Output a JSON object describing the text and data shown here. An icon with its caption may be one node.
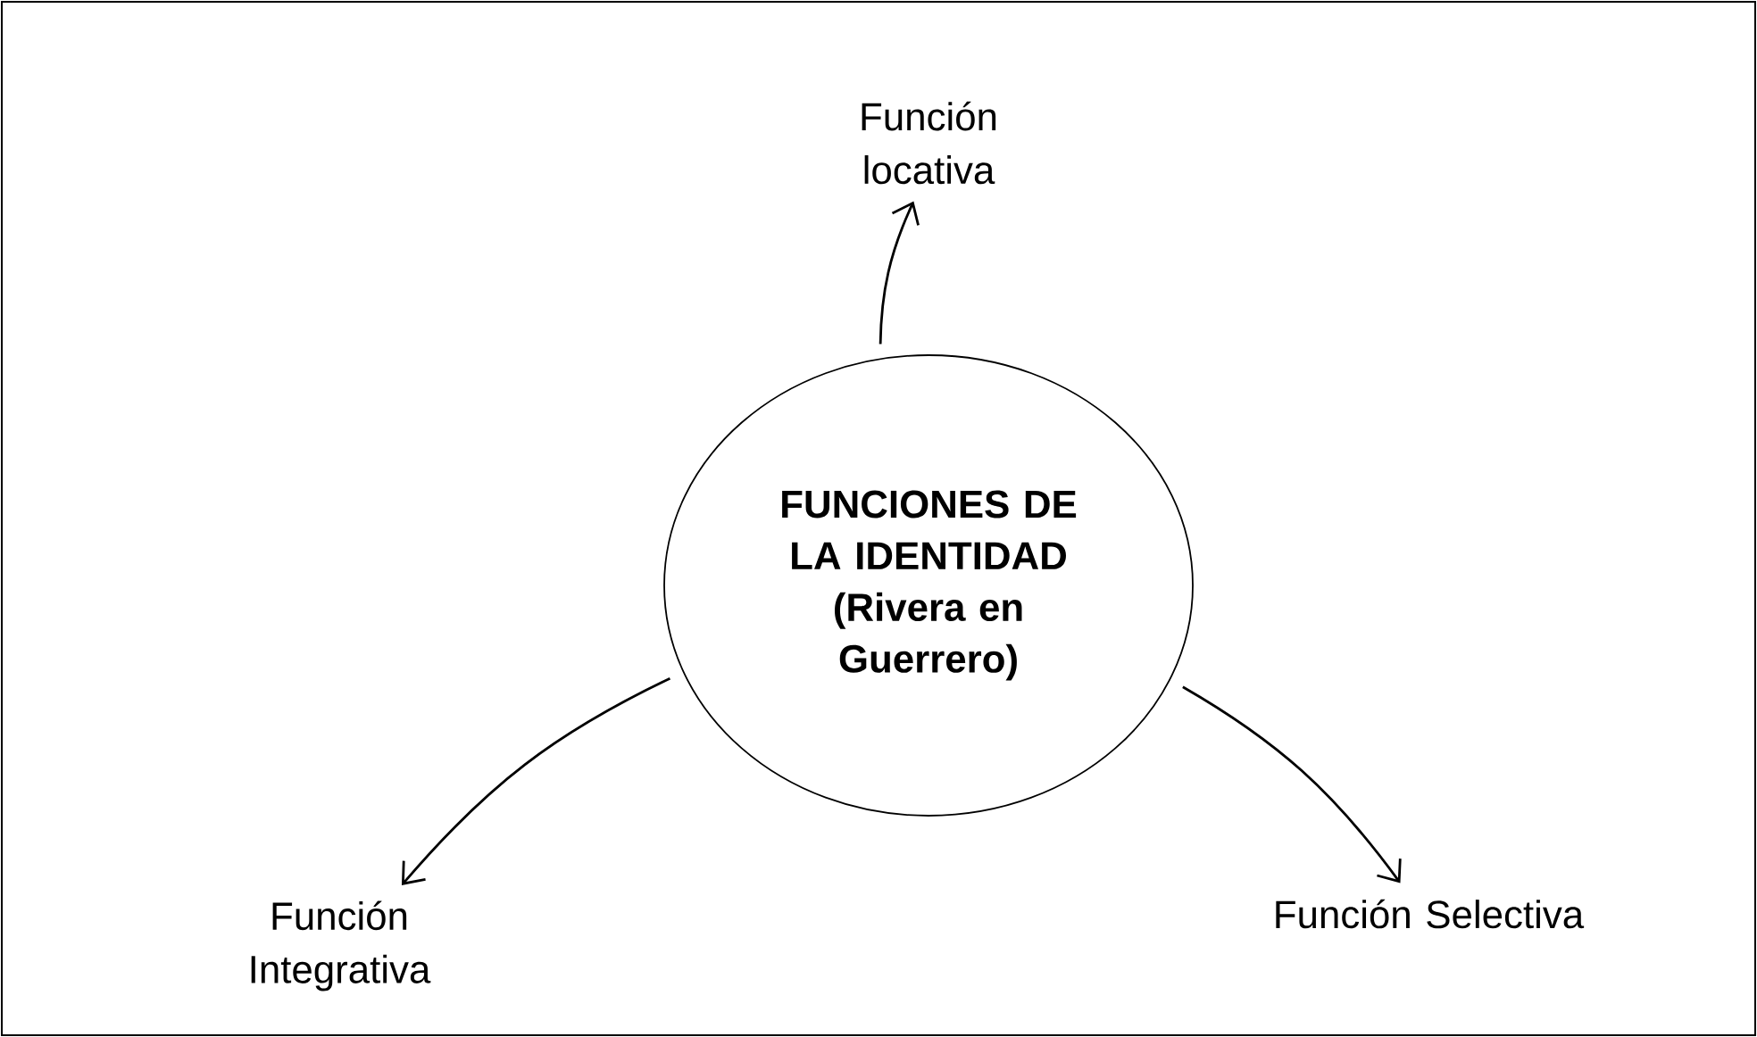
{
  "diagram": {
    "nodes": [
      {
        "text": [
          "FUNCIONES DE LA IDENTIDAD (Rivera en Guerrero)"
        ]
      },
      {
        "text": [
          "Función locativa"
        ]
      },
      {
        "text": [
          "Función Integrativa"
        ]
      },
      {
        "text": [
          "Función Selectiva"
        ]
      }
    ],
    "edges": [
      {
        "from": 0,
        "to": 1,
        "arrow": "to"
      },
      {
        "from": 0,
        "to": 2,
        "arrow": "to"
      },
      {
        "from": 0,
        "to": 3,
        "arrow": "to"
      }
    ]
  }
}
